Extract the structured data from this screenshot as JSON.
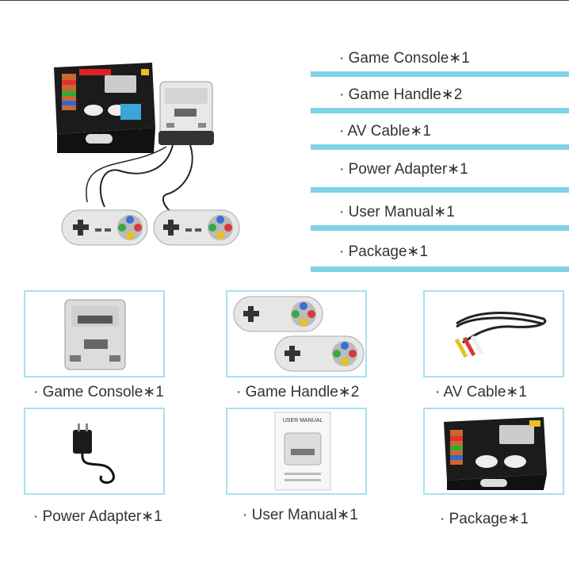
{
  "included_list": [
    "· Game Console∗1",
    "· Game Handle∗2",
    "· AV Cable∗1",
    "· Power Adapter∗1",
    "· User Manual∗1",
    "· Package∗1"
  ],
  "grid": {
    "console_caption": "· Game Console∗1",
    "handle_caption": "· Game Handle∗2",
    "cable_caption": "· AV Cable∗1",
    "adapter_caption": "· Power Adapter∗1",
    "manual_caption": "· User Manual∗1",
    "package_caption": "· Package∗1"
  },
  "manual_cover": {
    "title": "USER MANUAL"
  },
  "colors": {
    "accent_bar": "#7fd3e6",
    "tile_border": "#a9e1ee"
  }
}
